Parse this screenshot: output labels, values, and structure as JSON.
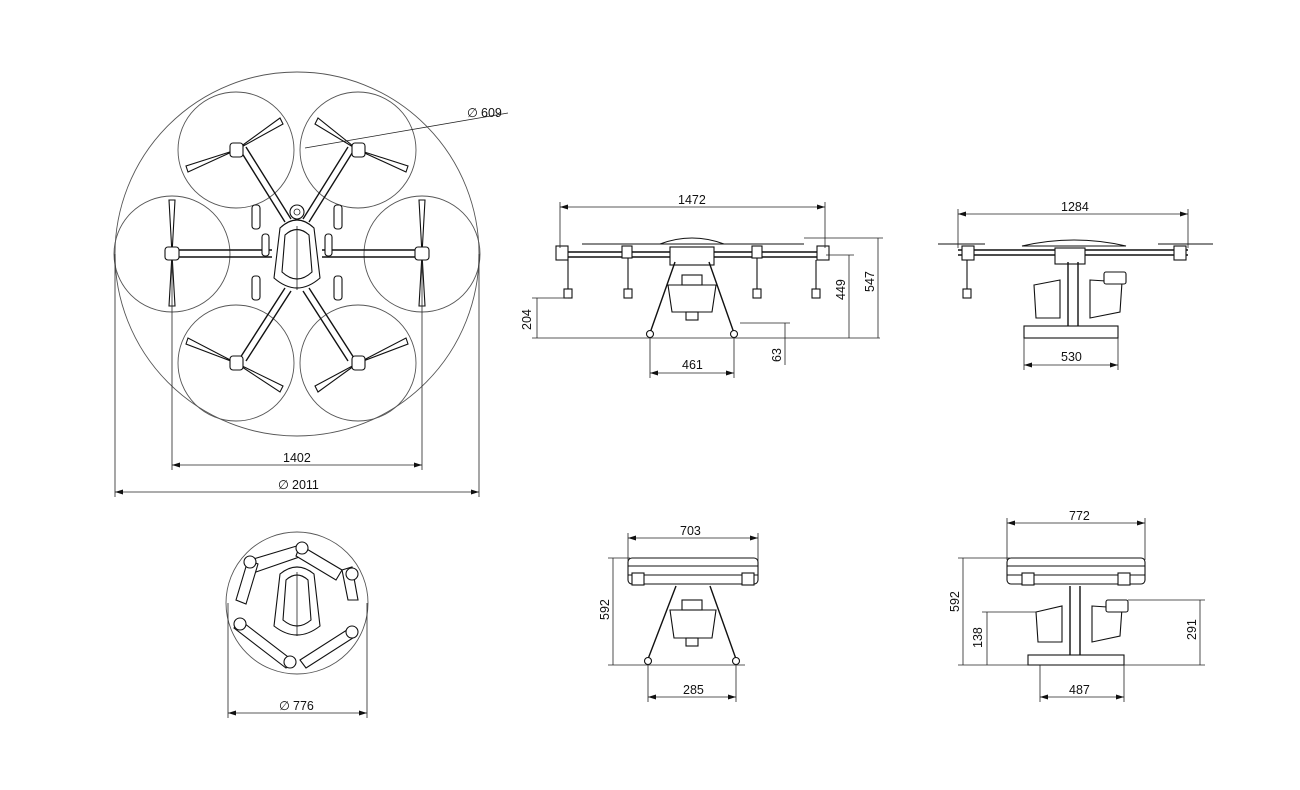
{
  "dimensions": {
    "top": {
      "propeller_diameter": "609",
      "motor_span": "1402",
      "overall_diameter": "2011"
    },
    "front": {
      "width": "1472",
      "leg_height": "204",
      "skid_width": "461",
      "ground_clearance": "63",
      "body_height": "449",
      "total_height": "547"
    },
    "side": {
      "width": "1284",
      "skid_width": "530"
    },
    "folded_top": {
      "diameter": "776"
    },
    "folded_front": {
      "width": "703",
      "height": "592",
      "skid_width": "285"
    },
    "folded_side": {
      "width": "772",
      "height": "592",
      "lower_height": "138",
      "tank_height": "291",
      "skid_width": "487"
    }
  },
  "symbols": {
    "diameter": "∅"
  }
}
